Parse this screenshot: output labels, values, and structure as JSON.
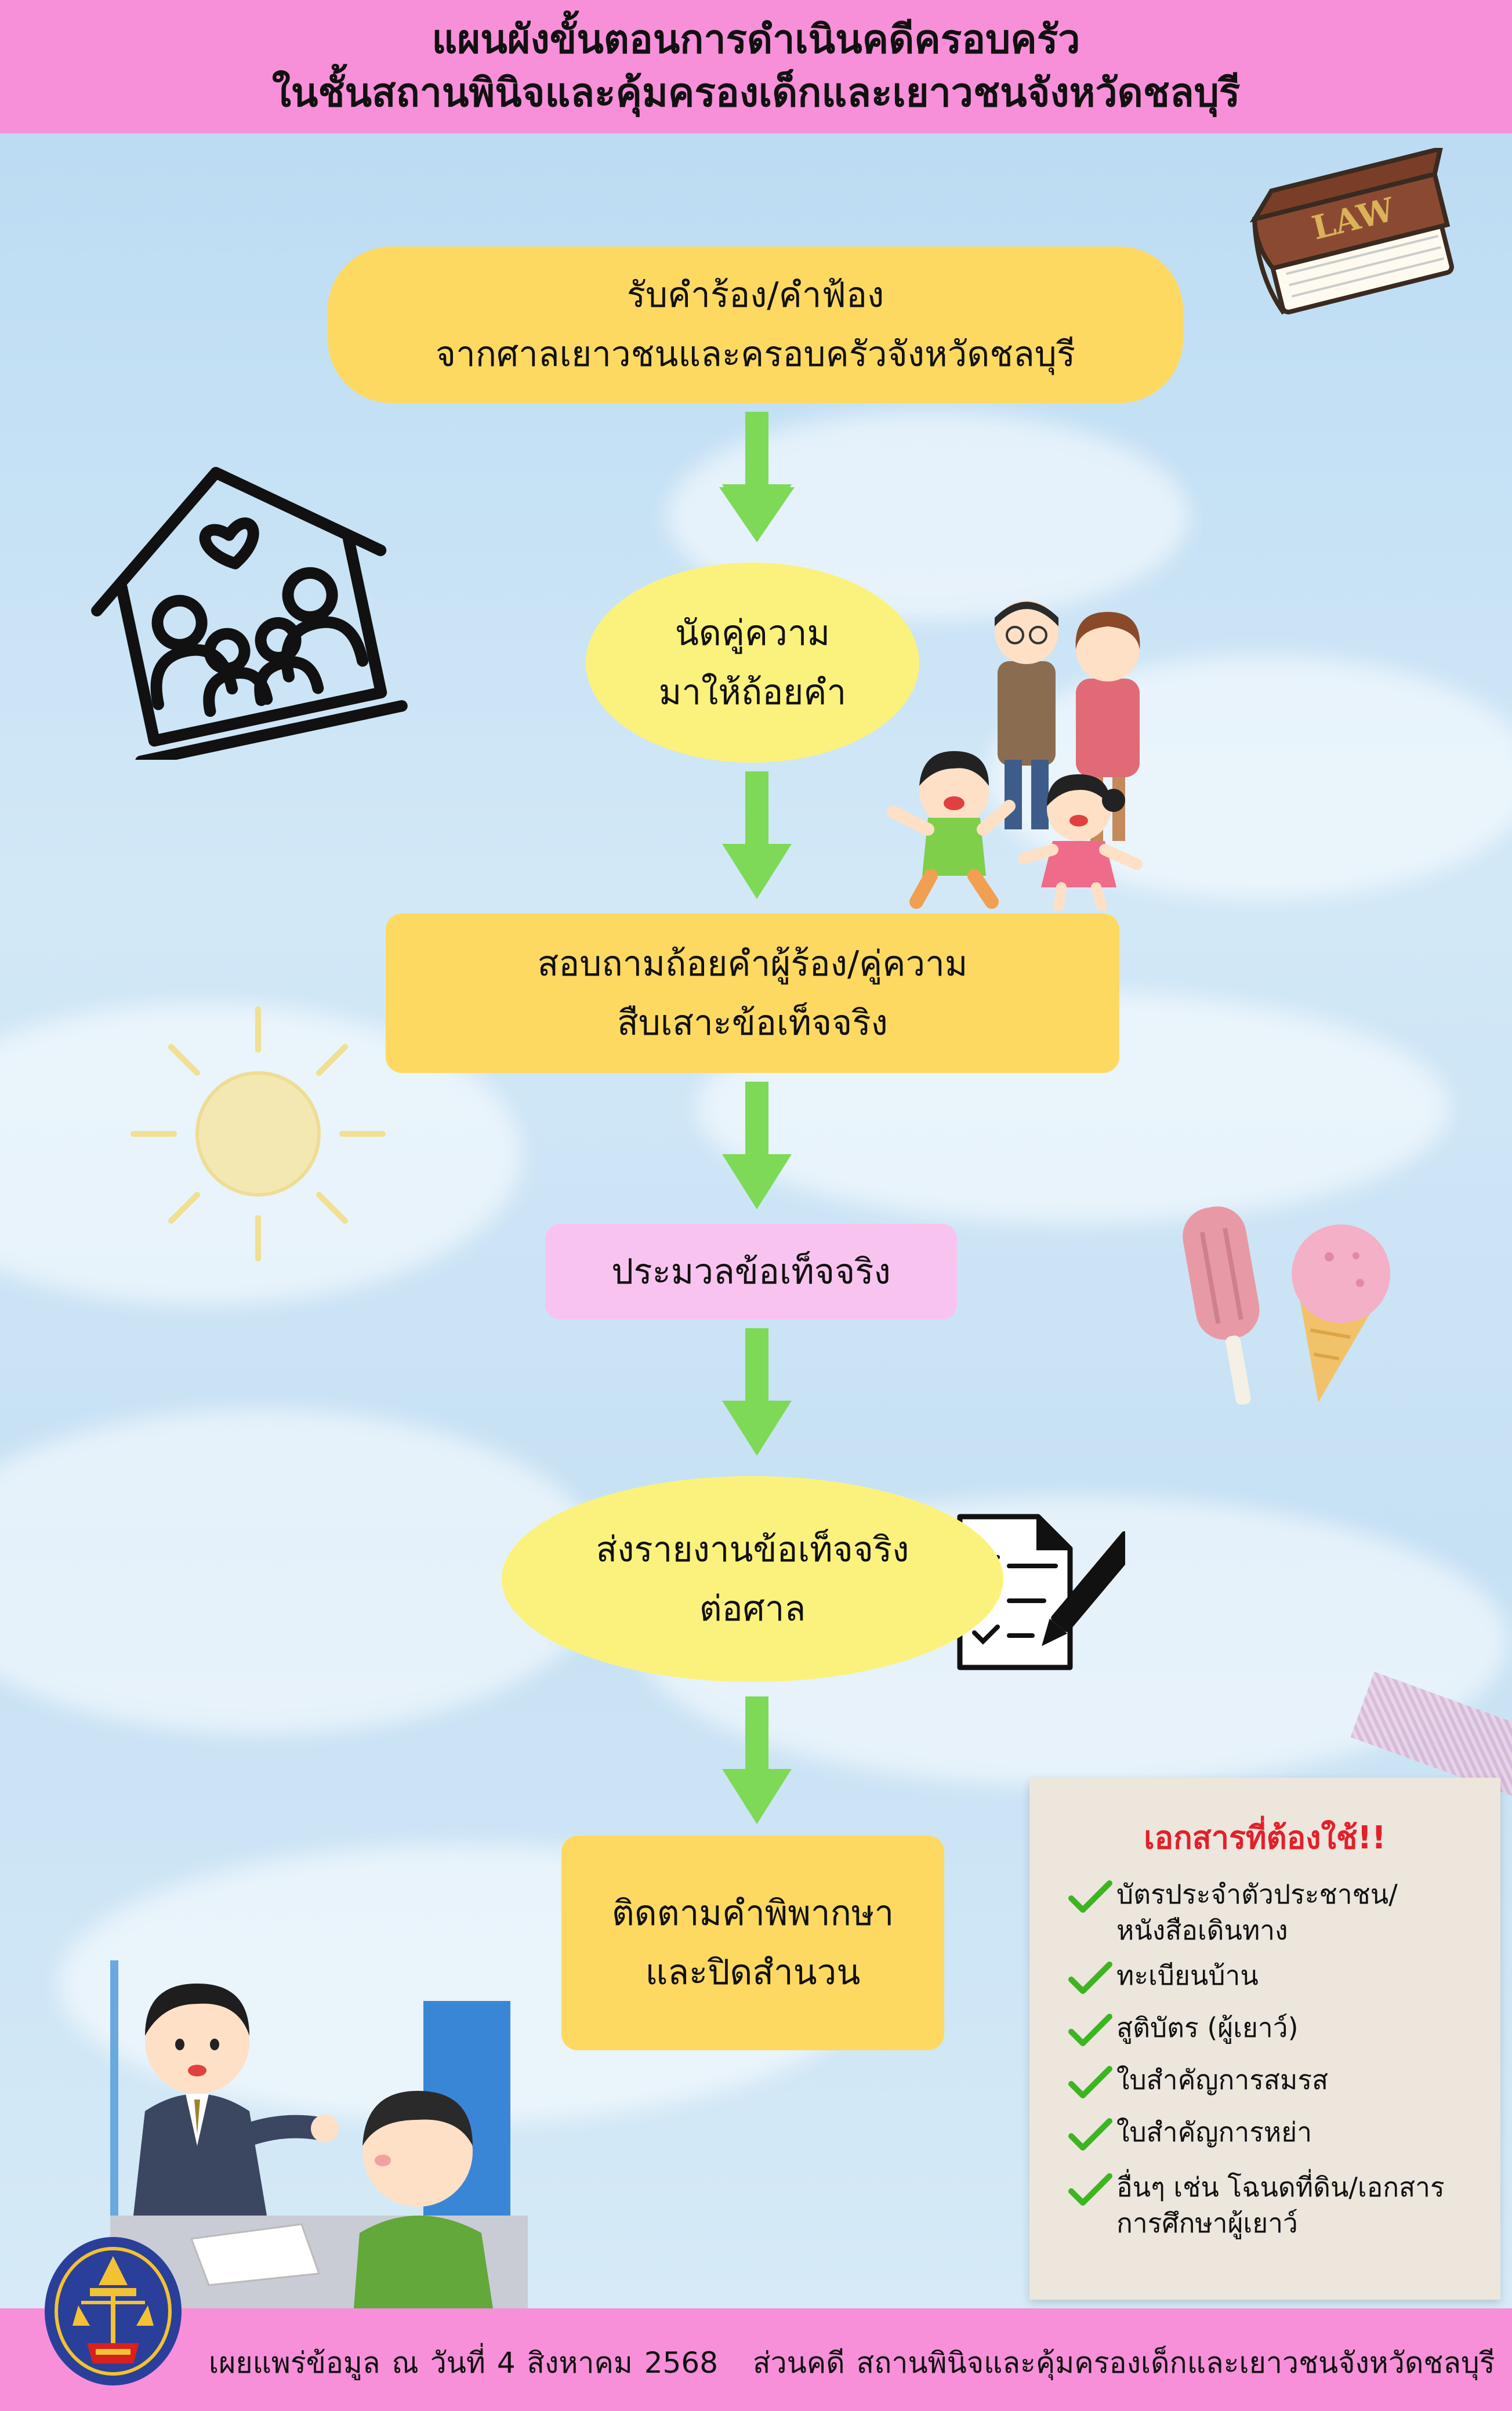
{
  "header": {
    "title_line1": "แผนผังขั้นตอนการดำเนินคดีครอบครัว",
    "title_line2": "ในชั้นสถานพินิจและคุ้มครองเด็กและเยาวชนจังหวัดชลบุรี"
  },
  "steps": [
    {
      "line1": "รับคำร้อง/คำฟ้อง",
      "line2": "จากศาลเยาวชนและครอบครัวจังหวัดชลบุรี"
    },
    {
      "line1": "นัดคู่ความ",
      "line2": "มาให้ถ้อยคำ"
    },
    {
      "line1": "สอบถามถ้อยคำผู้ร้อง/คู่ความ",
      "line2": "สืบเสาะข้อเท็จจริง"
    },
    {
      "line1": "ประมวลข้อเท็จจริง"
    },
    {
      "line1": "ส่งรายงานข้อเท็จจริง",
      "line2": "ต่อศาล"
    },
    {
      "line1": "ติดตามคำพิพากษา",
      "line2": "และปิดสำนวน"
    }
  ],
  "documents": {
    "title": "เอกสารที่ต้องใช้!!",
    "items": [
      {
        "line1": "บัตรประจำตัวประชาชน/",
        "line2": "หนังสือเดินทาง"
      },
      {
        "line1": "ทะเบียนบ้าน"
      },
      {
        "line1": "สูติบัตร (ผู้เยาว์)"
      },
      {
        "line1": "ใบสำคัญการสมรส"
      },
      {
        "line1": "ใบสำคัญการหย่า"
      },
      {
        "line1": "อื่นๆ เช่น โฉนดที่ดิน/เอกสาร",
        "line2": "การศึกษาผู้เยาว์"
      }
    ]
  },
  "footer": {
    "published": "เผยแพร่ข้อมูล ณ วันที่ 4 สิงหาคม 2568",
    "department": "ส่วนคดี สถานพินิจและคุ้มครองเด็กและเยาวชนจังหวัดชลบุรี"
  },
  "book_label": "LAW",
  "colors": {
    "header_bg": "#f78fd9",
    "step_yellow": "#fdd962",
    "step_light_yellow": "#fbf27d",
    "step_pink": "#f8c4ef",
    "arrow_green": "#7ed957",
    "doc_title_red": "#e2202a",
    "check_green": "#3cb521"
  },
  "icons": [
    "law-book-icon",
    "family-house-icon",
    "family-illustration",
    "sun-icon",
    "popsicle-icon",
    "ice-cream-icon",
    "checklist-pen-icon",
    "office-meeting-illustration",
    "agency-seal-logo",
    "check-icon",
    "arrow-down-icon"
  ]
}
